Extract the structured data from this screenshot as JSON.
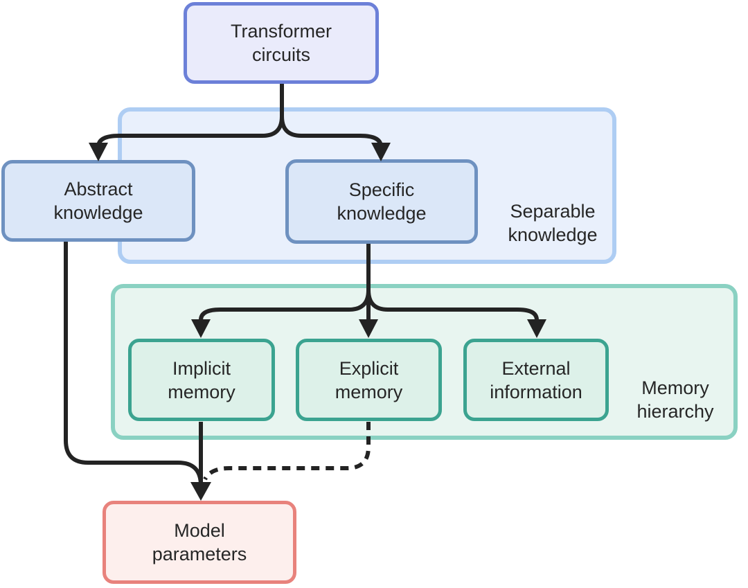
{
  "nodes": {
    "transformer": {
      "label": "Transformer\ncircuits"
    },
    "abstract": {
      "label": "Abstract\nknowledge"
    },
    "specific": {
      "label": "Specific\nknowledge"
    },
    "implicit": {
      "label": "Implicit\nmemory"
    },
    "explicit": {
      "label": "Explicit\nmemory"
    },
    "external": {
      "label": "External\ninformation"
    },
    "model": {
      "label": "Model\nparameters"
    }
  },
  "groups": {
    "separable": {
      "label": "Separable\nknowledge"
    },
    "memory": {
      "label": "Memory\nhierarchy"
    }
  },
  "colors": {
    "background": "#ffffff",
    "text": "#262626",
    "arrow": "#232323",
    "transformer_fill": "#eaebfb",
    "transformer_border": "#6c80d8",
    "separable_fill": "#e9f0fc",
    "separable_border": "#aecdf3",
    "knowledge_fill": "#dbe7f8",
    "knowledge_border": "#6e91c0",
    "memory_group_fill": "#e8f5f0",
    "memory_group_border": "#8ad1c2",
    "memory_fill": "#ddf1e9",
    "memory_border": "#3ba390",
    "model_fill": "#fdefed",
    "model_border": "#e8827c"
  }
}
